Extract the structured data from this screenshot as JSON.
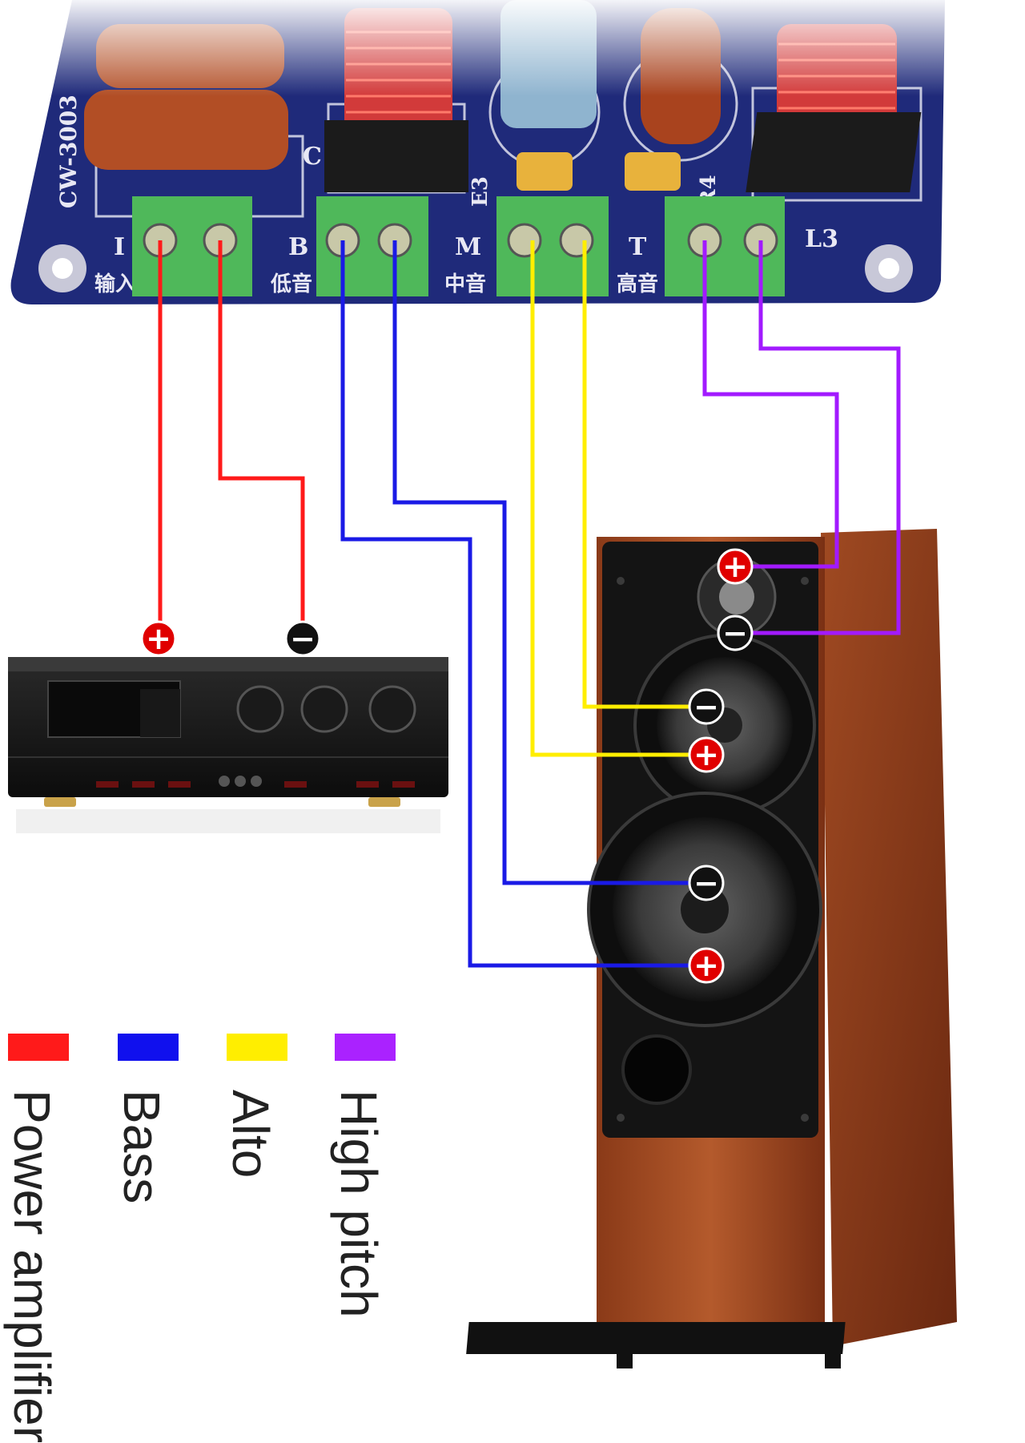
{
  "pcb": {
    "model": "CW-3003",
    "terminals": [
      {
        "letter": "I",
        "label": "输入"
      },
      {
        "letter": "B",
        "label": "低音"
      },
      {
        "letter": "M",
        "label": "中音"
      },
      {
        "letter": "T",
        "label": "高音"
      }
    ],
    "components": [
      "C",
      "E3",
      "R4",
      "L3"
    ]
  },
  "colors": {
    "power": "#ff1a1a",
    "bass": "#1a1ae6",
    "alto": "#ffee00",
    "high": "#a21aff"
  },
  "legend": [
    {
      "label": "Power amplifier",
      "color": "#ff1a1a"
    },
    {
      "label": "Bass",
      "color": "#1010ee"
    },
    {
      "label": "Alto",
      "color": "#ffee00"
    },
    {
      "label": "High pitch",
      "color": "#aa22ff"
    }
  ],
  "polarity": {
    "plus": "+",
    "minus": "−"
  }
}
